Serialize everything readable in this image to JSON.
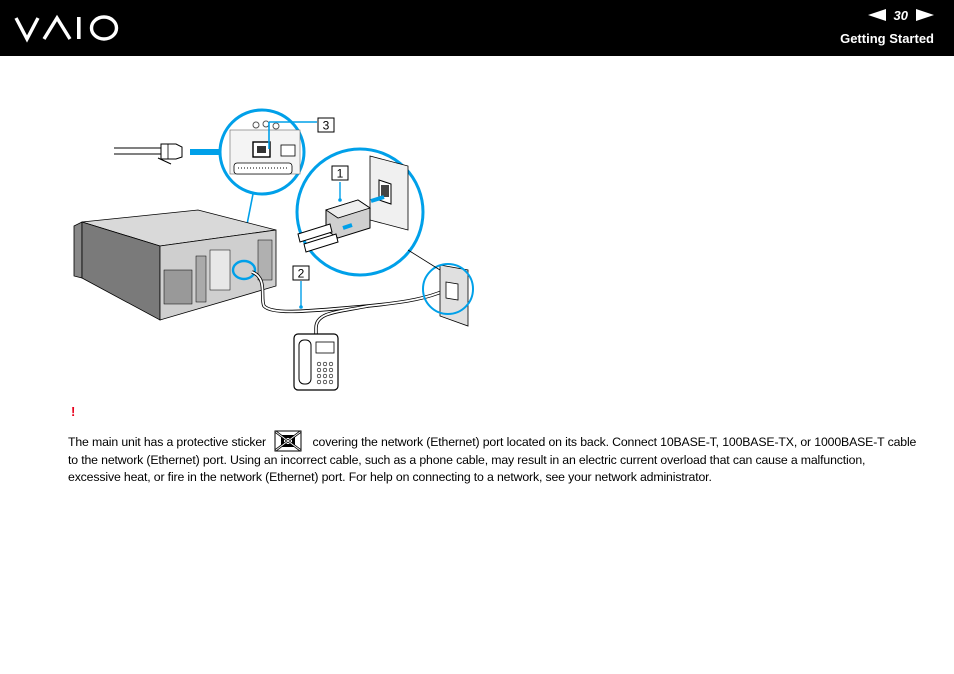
{
  "header": {
    "page_number": "30",
    "section_title": "Getting Started",
    "logo_icon": "vaio-logo-icon",
    "prev_icon": "arrow-left-icon",
    "next_icon": "arrow-right-icon"
  },
  "figure": {
    "callouts": [
      "1",
      "2",
      "3"
    ]
  },
  "note": {
    "mark": "!",
    "text_before_icon": "The main unit has a protective sticker",
    "sticker_icon": "network-port-sticker-icon",
    "text_after_icon": "covering the network (Ethernet) port located on its back. Connect 10BASE-T, 100BASE-TX, or 1000BASE-T cable to the network (Ethernet) port. Using an incorrect cable, such as a phone cable, may result in an electric current overload that can cause a malfunction, excessive heat, or fire in the network (Ethernet) port. For help on connecting to a network, see your network administrator."
  }
}
